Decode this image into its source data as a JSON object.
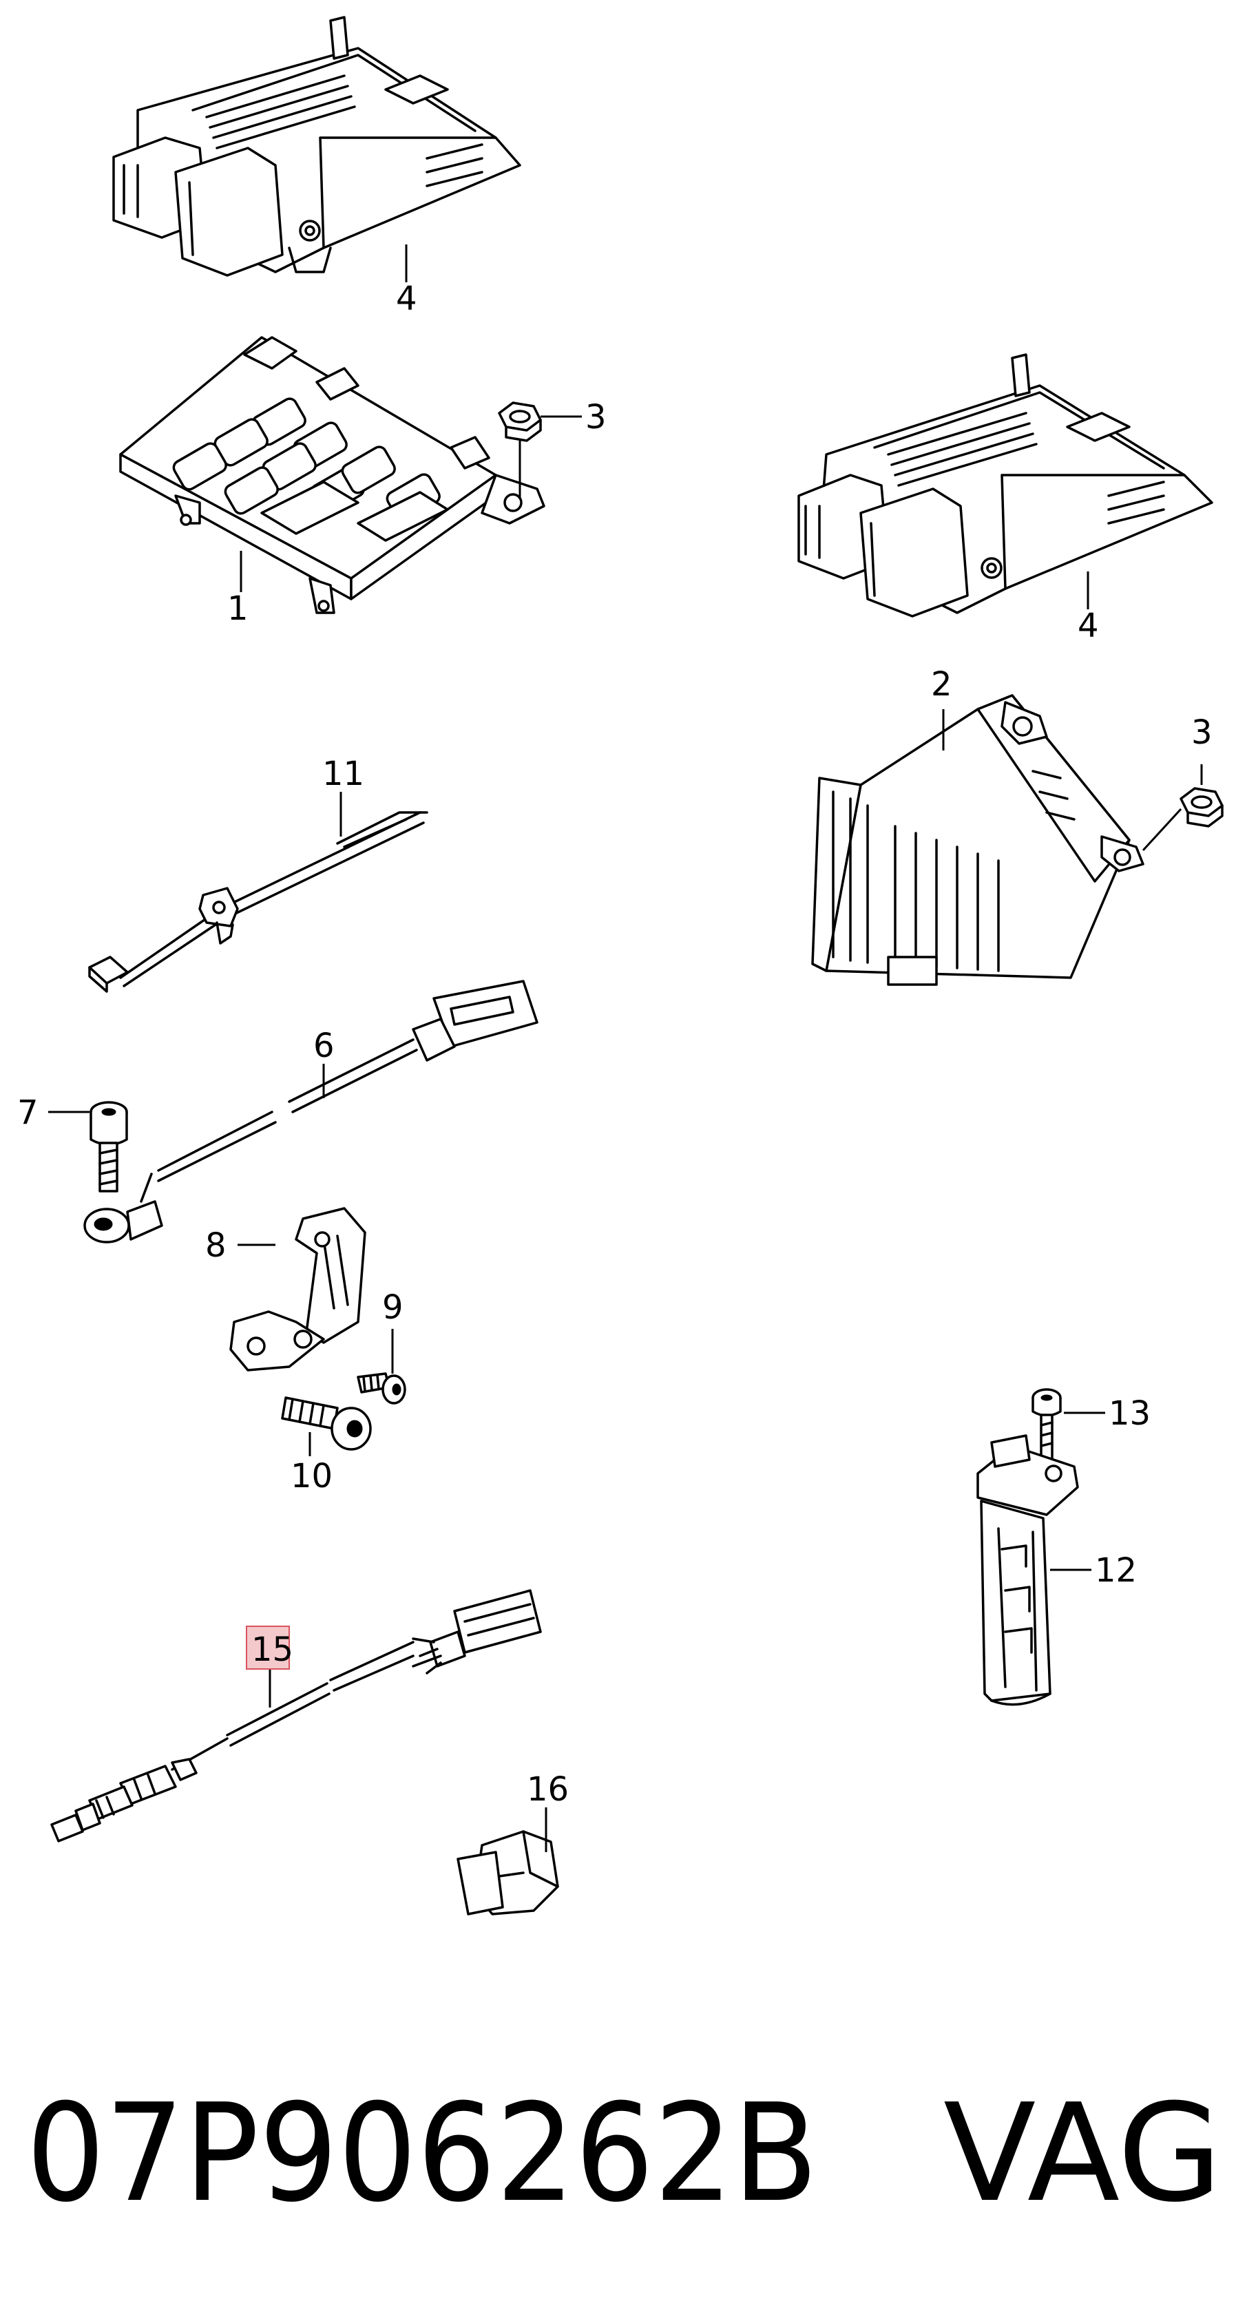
{
  "callouts": {
    "c1": "1",
    "c2": "2",
    "c3a": "3",
    "c3b": "3",
    "c4a": "4",
    "c4b": "4",
    "c6": "6",
    "c7": "7",
    "c8": "8",
    "c9": "9",
    "c10": "10",
    "c11": "11",
    "c12": "12",
    "c13": "13",
    "c15": "15",
    "c16": "16"
  },
  "highlight": {
    "callout": "15",
    "color": "#f4c9cc",
    "border": "#d9545d"
  },
  "footer": {
    "part_number": "07P906262B",
    "brand": "VAG"
  },
  "icons": [
    "ecu-unit-icon",
    "bracket-tray-icon",
    "nut-icon",
    "control-module-icon",
    "cable-tie-icon",
    "knock-sensor-icon",
    "bolt-icon",
    "mounting-bracket-icon",
    "crankshaft-sensor-icon",
    "lambda-probe-icon",
    "clip-icon"
  ]
}
